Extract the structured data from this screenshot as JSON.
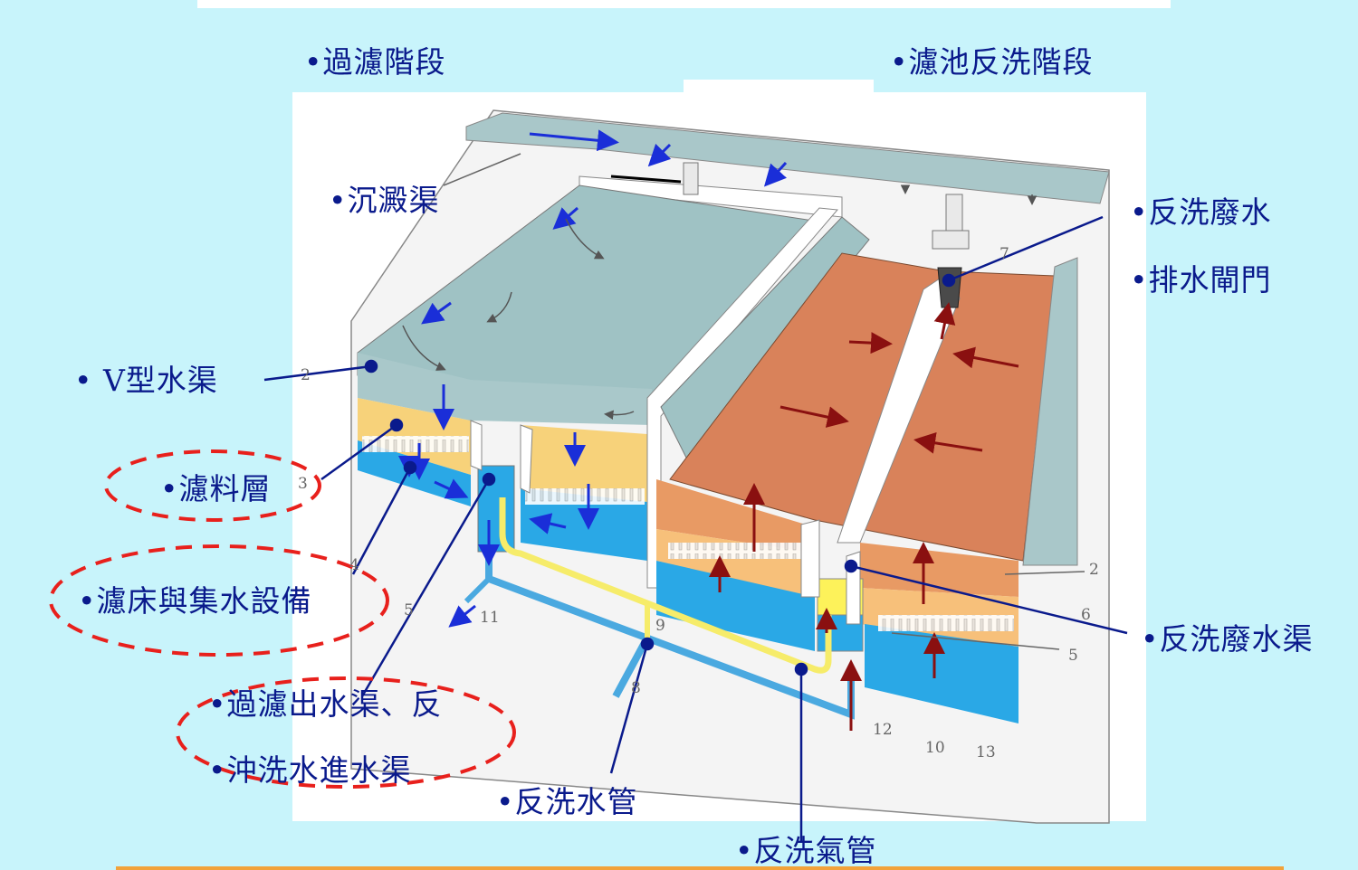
{
  "labels": {
    "filtration_stage": "•過濾階段",
    "backwash_stage": "•濾池反洗階段",
    "settling_channel": "•沉澱渠",
    "v_channel": "• V型水渠",
    "filter_media": "•濾料層",
    "filter_bed": "•濾床與集水設備",
    "outlet_line1": "•過濾出水渠、反",
    "outlet_line2": "•沖洗水進水渠",
    "backwash_pipe": "•反洗水管",
    "backwash_air": "•反洗氣管",
    "backwash_waste": "•反洗廢水",
    "drain_gate": "•排水閘門",
    "backwash_waste_channel": "•反洗廢水渠"
  },
  "part_numbers": [
    "2",
    "3",
    "4",
    "5",
    "7",
    "9",
    "8",
    "11",
    "2",
    "6",
    "5",
    "12",
    "10",
    "13"
  ],
  "colors": {
    "background": "#c8f4fb",
    "label_text": "#0a1a8c",
    "water": "#9fc2c4",
    "sand": "#f7d27a",
    "underdrain": "#2aa8e6",
    "backwash_bed": "#d9825a",
    "highlight_ellipse": "#e8201c"
  }
}
